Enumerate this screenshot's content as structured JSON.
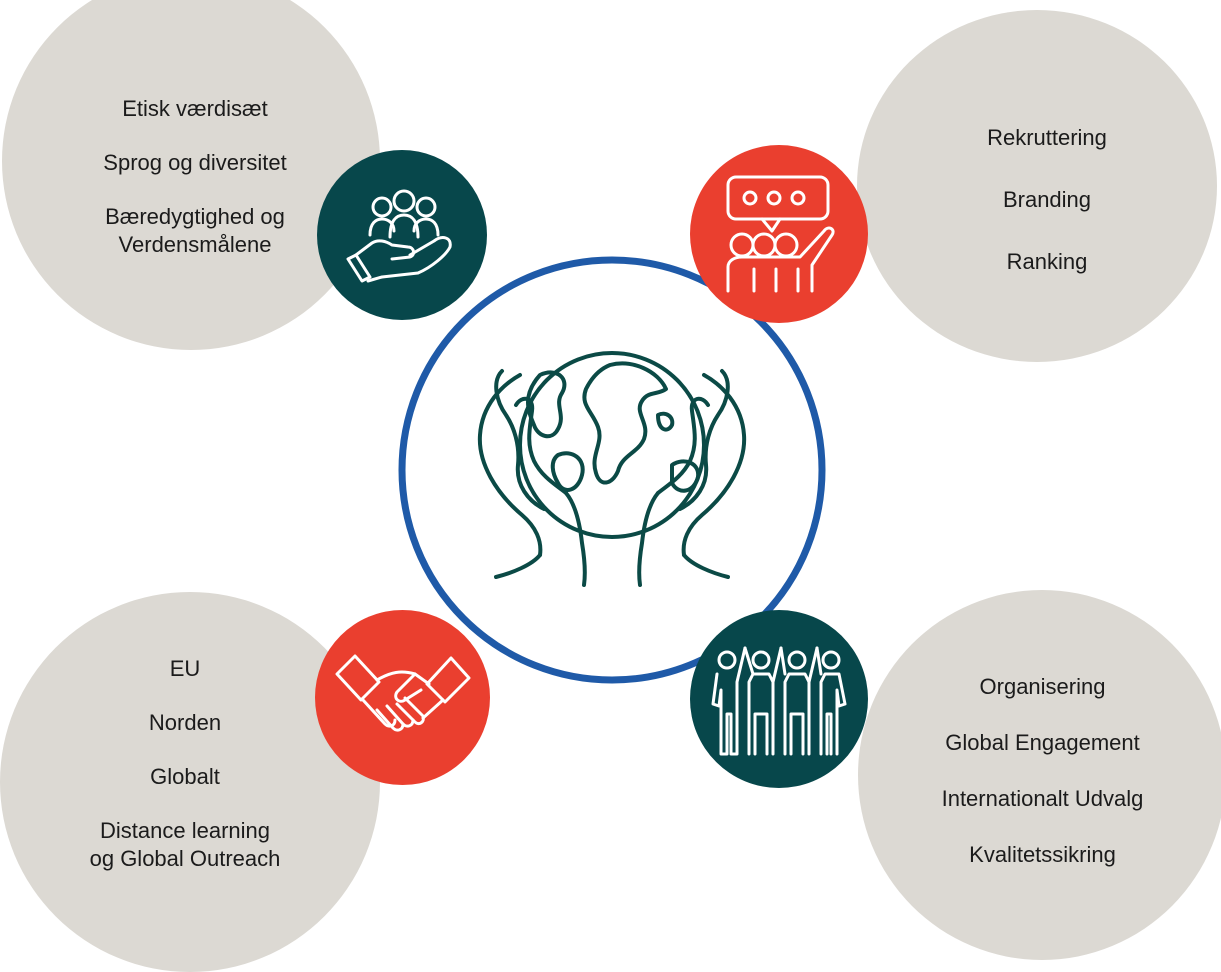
{
  "colors": {
    "teal_node": "#07474b",
    "red_node": "#ea3f2f",
    "bubble": "#dcd9d3",
    "ring": "#1f5aa8",
    "icon_stroke_center": "#0b4a46",
    "icon_stroke_node": "#ffffff"
  },
  "quadrants": {
    "top_left": {
      "icon": "hand-holding-people-icon",
      "node_color": "teal",
      "items": [
        "Etisk værdisæt",
        "Sprog og diversitet",
        "Bæredygtighed og",
        "Verdensmålene"
      ]
    },
    "top_right": {
      "icon": "speech-bubble-people-icon",
      "node_color": "red",
      "items": [
        "Rekruttering",
        "Branding",
        "Ranking"
      ]
    },
    "bottom_left": {
      "icon": "handshake-icon",
      "node_color": "red",
      "items": [
        "EU",
        "Norden",
        "Globalt",
        "Distance learning",
        "og Global Outreach"
      ]
    },
    "bottom_right": {
      "icon": "raised-hands-group-icon",
      "node_color": "teal",
      "items": [
        "Organisering",
        "Global Engagement",
        "Internationalt Udvalg",
        "Kvalitetssikring"
      ]
    }
  },
  "center": {
    "icon": "hands-holding-globe-icon"
  }
}
